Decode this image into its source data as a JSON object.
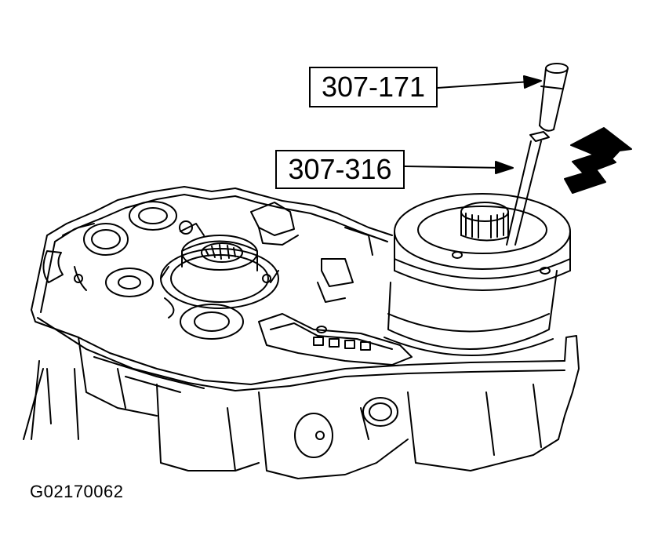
{
  "callouts": {
    "tool_upper": "307-171",
    "tool_lower": "307-316"
  },
  "figure_id": "G02170062",
  "colors": {
    "ink": "#000000",
    "background": "#ffffff"
  }
}
